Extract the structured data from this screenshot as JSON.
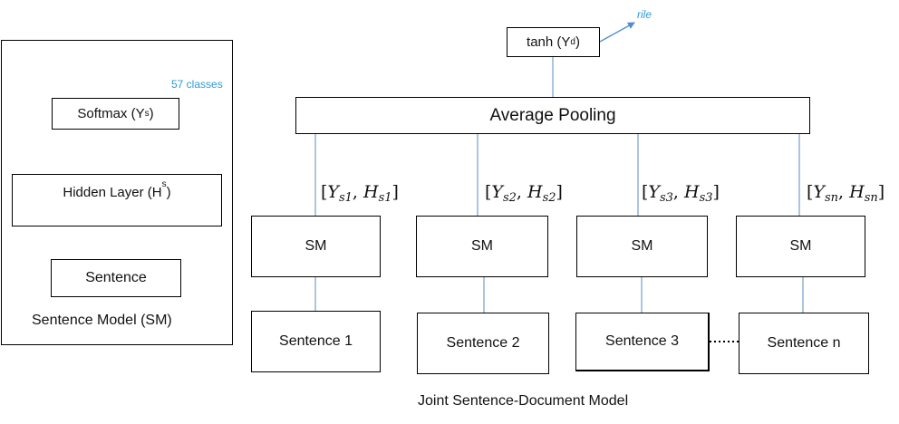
{
  "sentence_model": {
    "softmax": "Softmax (Y",
    "softmax_sub": "s",
    "softmax_close": ")",
    "hidden": "Hidden Layer (H",
    "hidden_sub": "s",
    "hidden_close": ")",
    "sentence": "Sentence",
    "output_label": "57 classes",
    "caption": "Sentence Model (SM)"
  },
  "joint_model": {
    "tanh": "tanh (Y",
    "tanh_sub": "d",
    "tanh_close": ")",
    "output_label": "rile",
    "pooling": "Average Pooling",
    "columns": [
      {
        "y": "Y",
        "h": "H",
        "sub": "s1",
        "sm": "SM",
        "sentence": "Sentence 1"
      },
      {
        "y": "Y",
        "h": "H",
        "sub": "s2",
        "sm": "SM",
        "sentence": "Sentence 2"
      },
      {
        "y": "Y",
        "h": "H",
        "sub": "s3",
        "sm": "SM",
        "sentence": "Sentence 3"
      },
      {
        "y": "Y",
        "h": "H",
        "sub": "sn",
        "sm": "SM",
        "sentence": "Sentence n"
      }
    ],
    "caption": "Joint Sentence-Document Model"
  },
  "colors": {
    "connector": "#7fa6cf",
    "arrow": "#4f8fd0",
    "accent_text": "#2e9bd6",
    "border": "#000000"
  }
}
